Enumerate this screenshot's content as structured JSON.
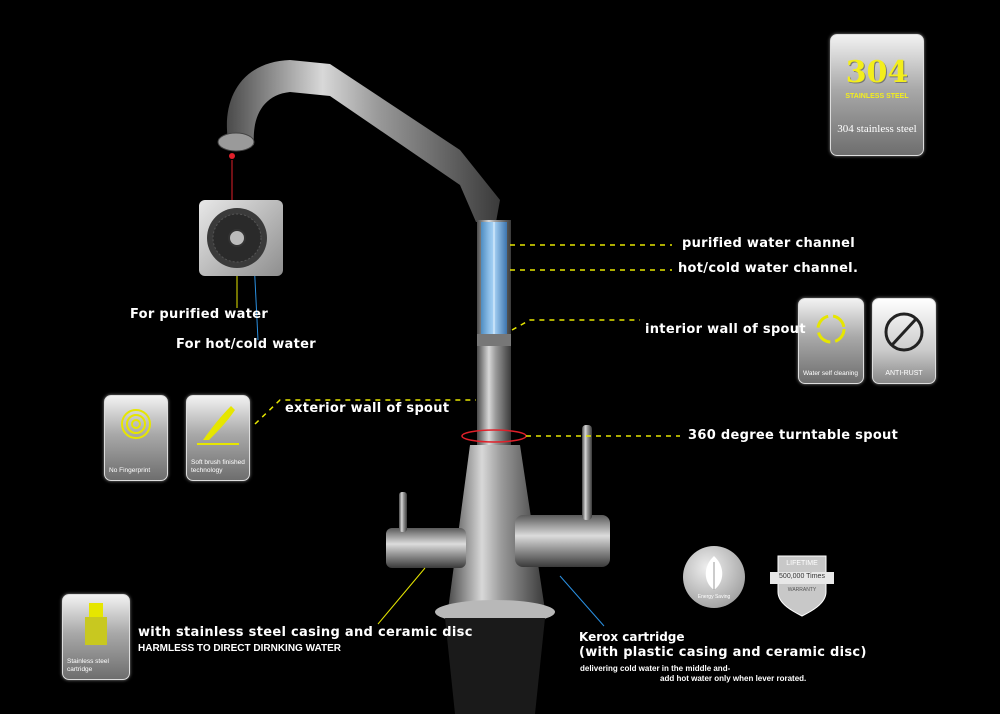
{
  "badge_304": {
    "number": "304",
    "subtitle": "STAINLESS STEEL",
    "caption": "304  stainless steel"
  },
  "labels": {
    "purified_channel": "purified  water channel",
    "hotcold_channel": "hot/cold water channel.",
    "interior_wall": "interior wall of spout",
    "exterior_wall": "exterior wall of spout",
    "turntable": "360 degree turntable spout",
    "for_purified": "For purified water",
    "for_hotcold": "For hot/cold water",
    "casing_line1": "with stainless steel casing and ceramic disc",
    "casing_line2": "HARMLESS TO DIRECT DIRNKING WATER",
    "kerox_line1": "Kerox cartridge",
    "kerox_line2": "(with plastic casing and ceramic disc)",
    "kerox_line3": "delivering cold water in the middle and-",
    "kerox_line4": "add hot water only when lever rorated."
  },
  "badges": {
    "self_cleaning": "Water self cleaning",
    "anti_rust": "ANTI-RUST",
    "no_fingerprint": "No Fingerprint",
    "soft_brush": "Soft brush finished technology",
    "cartridge": "Stainless steel cartridge",
    "energy_saving": "Energy Saving",
    "lifetime": "LIFETIME",
    "lifetime_times": "500,000 Times",
    "warranty": "WARRANTY"
  },
  "colors": {
    "accent_yellow": "#e6e600",
    "accent_blue": "#2a8fe0",
    "accent_red": "#e0202a"
  }
}
